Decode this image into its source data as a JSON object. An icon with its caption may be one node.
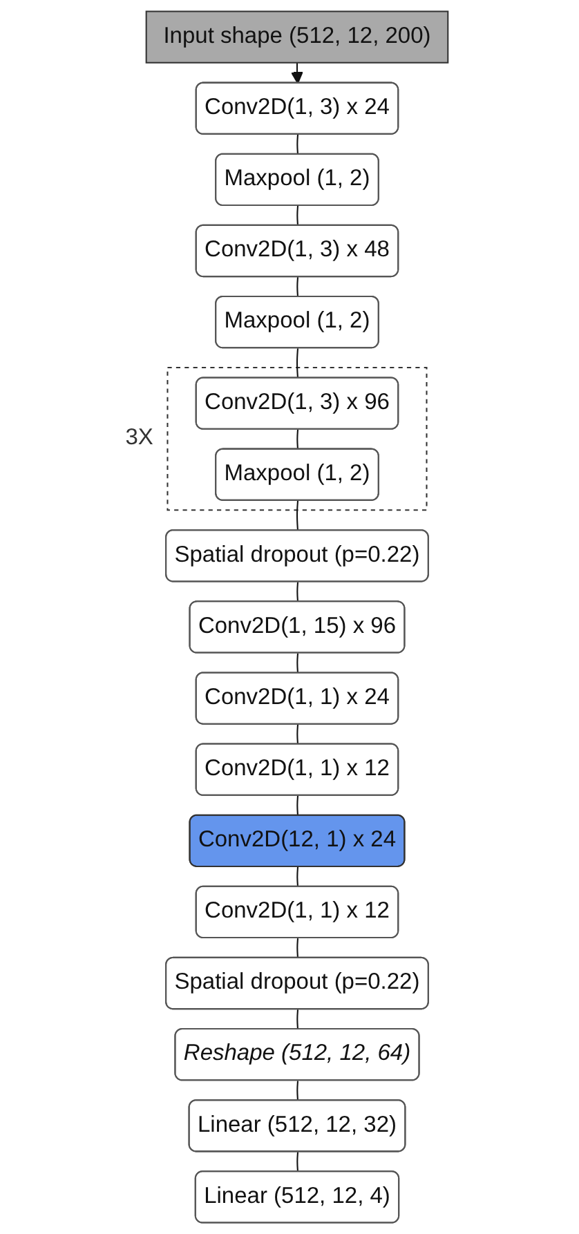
{
  "diagram": {
    "nodes": [
      {
        "text": [
          "Input shape (512, 12, 200)"
        ]
      },
      {
        "text": [
          "Conv2D(1, 3) x 24"
        ]
      },
      {
        "text": [
          "Maxpool (1, 2)"
        ]
      },
      {
        "text": [
          "Conv2D(1, 3) x 48"
        ]
      },
      {
        "text": [
          "Maxpool (1, 2)"
        ]
      },
      {
        "text": [
          "3X"
        ]
      },
      {
        "text": [
          "Conv2D(1, 3) x 96"
        ],
        "in": 5
      },
      {
        "text": [
          "Maxpool (1, 2)"
        ],
        "in": 5
      },
      {
        "text": [
          "Spatial dropout (p=0.22)"
        ]
      },
      {
        "text": [
          "Conv2D(1, 15) x 96"
        ]
      },
      {
        "text": [
          "Conv2D(1, 1) x 24"
        ]
      },
      {
        "text": [
          "Conv2D(1, 1) x 12"
        ]
      },
      {
        "text": [
          "Conv2D(12, 1) x 24"
        ]
      },
      {
        "text": [
          "Conv2D(1, 1) x 12"
        ]
      },
      {
        "text": [
          "Spatial dropout (p=0.22)"
        ]
      },
      {
        "text": [
          "Reshape (512, 12, 64)"
        ]
      },
      {
        "text": [
          "Linear (512, 12, 32)"
        ]
      },
      {
        "text": [
          "Linear (512, 12, 4)"
        ]
      }
    ],
    "edges": [
      {
        "from": 0,
        "to": 1,
        "arrow": "to"
      },
      {
        "from": 1,
        "to": 2,
        "arrow": "none"
      },
      {
        "from": 2,
        "to": 3,
        "arrow": "none"
      },
      {
        "from": 3,
        "to": 4,
        "arrow": "none"
      },
      {
        "from": 4,
        "to": 6,
        "arrow": "none"
      },
      {
        "from": 6,
        "to": 7,
        "arrow": "none"
      },
      {
        "from": 7,
        "to": 8,
        "arrow": "none"
      },
      {
        "from": 8,
        "to": 9,
        "arrow": "none"
      },
      {
        "from": 9,
        "to": 10,
        "arrow": "none"
      },
      {
        "from": 10,
        "to": 11,
        "arrow": "none"
      },
      {
        "from": 11,
        "to": 12,
        "arrow": "none"
      },
      {
        "from": 12,
        "to": 13,
        "arrow": "none"
      },
      {
        "from": 13,
        "to": 14,
        "arrow": "none"
      },
      {
        "from": 14,
        "to": 15,
        "arrow": "none"
      },
      {
        "from": 15,
        "to": 16,
        "arrow": "none"
      },
      {
        "from": 16,
        "to": 17,
        "arrow": "none"
      }
    ]
  }
}
